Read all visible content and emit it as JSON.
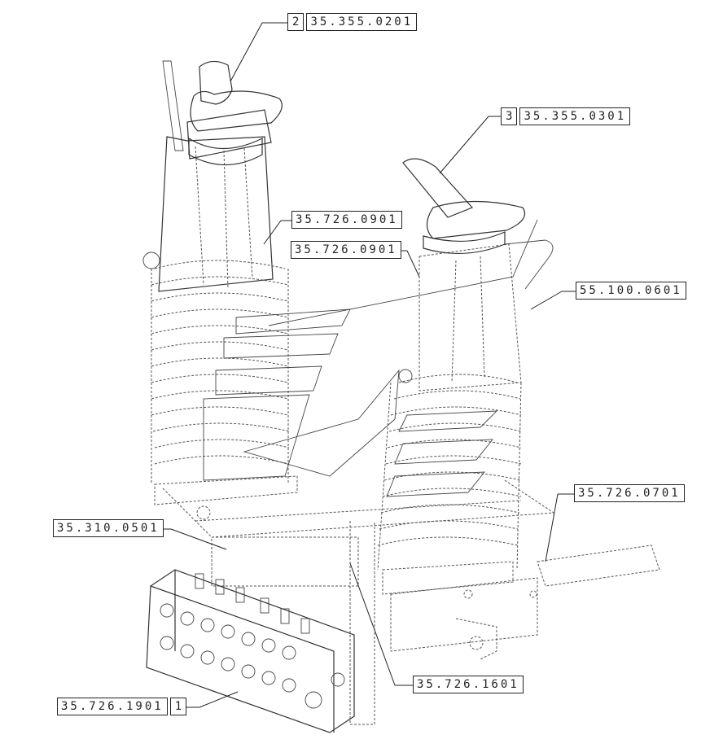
{
  "callouts": [
    {
      "id": "c1",
      "number": "2",
      "code": "35.355.0201"
    },
    {
      "id": "c2",
      "number": "3",
      "code": "35.355.0301"
    },
    {
      "id": "c3",
      "number": "",
      "code": "35.726.0901"
    },
    {
      "id": "c4",
      "number": "",
      "code": "35.726.0901"
    },
    {
      "id": "c5",
      "number": "",
      "code": "55.100.0601"
    },
    {
      "id": "c6",
      "number": "",
      "code": "35.726.0701"
    },
    {
      "id": "c7",
      "number": "",
      "code": "35.310.0501"
    },
    {
      "id": "c8",
      "number": "",
      "code": "35.726.1601"
    },
    {
      "id": "c9",
      "number": "1",
      "code": "35.726.1901"
    }
  ]
}
